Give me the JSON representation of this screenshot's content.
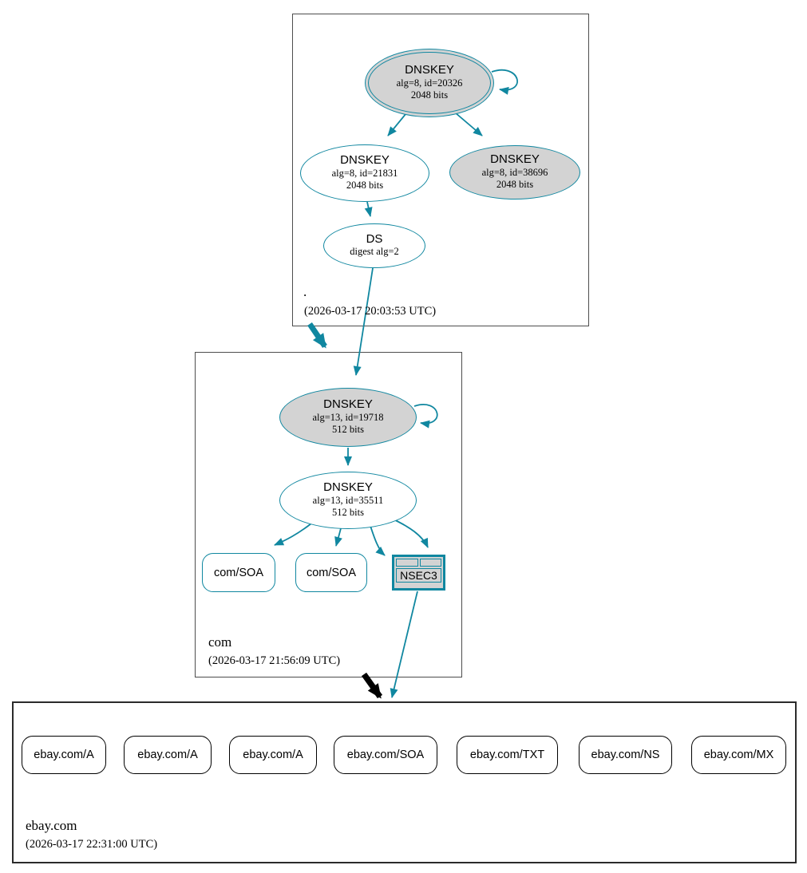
{
  "colors": {
    "edge_teal": "#1087a0",
    "edge_black": "#000000",
    "node_gray_fill": "#d3d3d3",
    "zone_box_border": "#4d4d4d"
  },
  "zones": {
    "root": {
      "name": ".",
      "timestamp": "(2026-03-17 20:03:53 UTC)",
      "nodes": {
        "ksk": {
          "title": "DNSKEY",
          "line1": "alg=8, id=20326",
          "line2": "2048 bits"
        },
        "zsk": {
          "title": "DNSKEY",
          "line1": "alg=8, id=21831",
          "line2": "2048 bits"
        },
        "key2": {
          "title": "DNSKEY",
          "line1": "alg=8, id=38696",
          "line2": "2048 bits"
        },
        "ds": {
          "title": "DS",
          "line1": "digest alg=2"
        }
      }
    },
    "com": {
      "name": "com",
      "timestamp": "(2026-03-17 21:56:09 UTC)",
      "nodes": {
        "ksk": {
          "title": "DNSKEY",
          "line1": "alg=13, id=19718",
          "line2": "512 bits"
        },
        "zsk": {
          "title": "DNSKEY",
          "line1": "alg=13, id=35511",
          "line2": "512 bits"
        },
        "soa1": {
          "label": "com/SOA"
        },
        "soa2": {
          "label": "com/SOA"
        },
        "nsec3": {
          "label": "NSEC3"
        }
      }
    },
    "ebay": {
      "name": "ebay.com",
      "timestamp": "(2026-03-17 22:31:00 UTC)",
      "records": [
        {
          "label": "ebay.com/A"
        },
        {
          "label": "ebay.com/A"
        },
        {
          "label": "ebay.com/A"
        },
        {
          "label": "ebay.com/SOA"
        },
        {
          "label": "ebay.com/TXT"
        },
        {
          "label": "ebay.com/NS"
        },
        {
          "label": "ebay.com/MX"
        }
      ]
    }
  }
}
